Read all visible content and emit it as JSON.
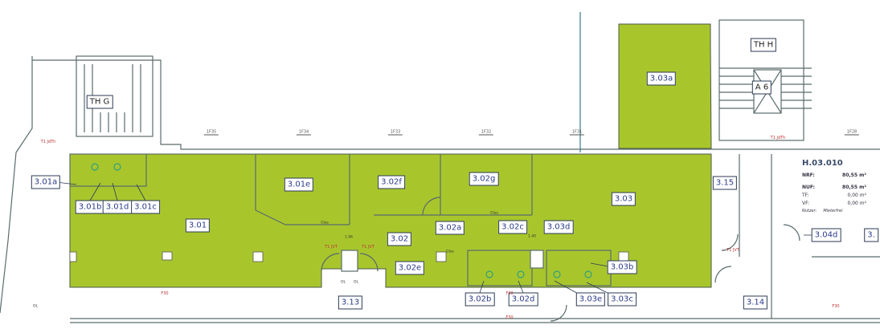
{
  "plan": {
    "colors": {
      "room_fill": "#a8c62c",
      "wall": "#5a6b6b",
      "label_text": "#2a3a8a",
      "annotation_red": "#b33333"
    },
    "rooms": {
      "r301": "3.01",
      "r301a": "3.01a",
      "r301b": "3.01b",
      "r301c": "3.01c",
      "r301d": "3.01d",
      "r301e": "3.01e",
      "r302": "3.02",
      "r302a": "3.02a",
      "r302b": "3.02b",
      "r302c": "3.02c",
      "r302d": "3.02d",
      "r302e": "3.02e",
      "r302f": "3.02f",
      "r302g": "3.02g",
      "r303": "3.03",
      "r303a": "3.03a",
      "r303b": "3.03b",
      "r303c": "3.03c",
      "r303d": "3.03d",
      "r303e": "3.03e",
      "r304d": "3.04d",
      "r313": "3.13",
      "r314": "3.14",
      "r315": "3.15",
      "r3x": "3."
    },
    "stairs": {
      "thg": "TH G",
      "thh": "TH H",
      "a6": "A 6"
    },
    "windows": [
      "1F35",
      "1F34",
      "1F33",
      "1F32",
      "1F31",
      "1F28"
    ],
    "fire_labels": {
      "f30": "F30"
    },
    "door_labels": {
      "t1_jaftr": "T1 JdTh",
      "t1_jvt": "T1 JVT",
      "t1_jaft2": "T1 JdTh",
      "t1": "T1",
      "ol": "OL"
    },
    "misc": {
      "glas": "Glas",
      "dim_1": "1.96",
      "dim_2": "1.40"
    },
    "info": {
      "id": "H.03.010",
      "nrf_label": "NRF:",
      "nrf_value": "80,55 m²",
      "nuf_label": "NUF:",
      "nuf_value": "80,55 m²",
      "tf_label": "TF:",
      "tf_value": "0,00 m²",
      "vf_label": "VF:",
      "vf_value": "0,00 m²",
      "nutzer_label": "Nutzer:",
      "nutzer_value": "Mieterfrei"
    }
  }
}
